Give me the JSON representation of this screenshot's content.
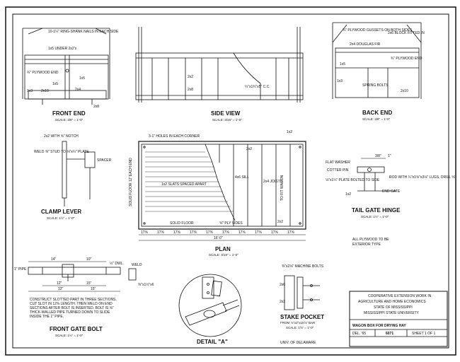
{
  "front_end": {
    "title": "FRONT END",
    "scale": "SCALE: 3/8\" = 1'-0\"",
    "labels": [
      "10-1¼\" RING-SHANK NAILS IN EACH SIDE",
      "1x5 UNDER 2x2's",
      "¾\" PLYWOOD END",
      "1x5",
      "1x3",
      "2x10",
      "1x5",
      "2x4",
      "2x8"
    ]
  },
  "side_view": {
    "title": "SIDE VIEW",
    "scale": "SCALE: 3/16\" = 1'-0\"",
    "labels": [
      "2x2",
      "2x8",
      "¼\"x1¾\"x5\" C.C."
    ]
  },
  "back_end": {
    "title": "BACK END",
    "scale": "SCALE: 3/8\" = 1'-0\"",
    "labels": [
      "¾\" PLYWOOD GUSSETS ON BOTH SIDES",
      "2x6 BLOCK FITTED IN",
      "2x4 DOUGLAS FIR",
      "¾\" PLYWOOD END",
      "1x5",
      "SPRING BOLTS",
      "1x3",
      "2x10"
    ]
  },
  "clamp_lever": {
    "title": "CLAMP LEVER",
    "scale": "SCALE: 1½\" = 1'-0\"",
    "labels": [
      "2x2 WITH ⅝\" NOTCH",
      "WELD ⅜\" STUD TO ⅛\"x¼\" PLATE",
      "SPACER"
    ]
  },
  "plan": {
    "title": "PLAN",
    "scale": "SCALE: 3/16\" = 1'-0\"",
    "labels": [
      "3-1\" HOLES IN EACH CORNER",
      "SOLID FLOOR 12' EACH END",
      "1x2 SLATS SPACED APART",
      "SOLID FLOOR",
      "4x6 SILL",
      "2x4 JOISTS",
      "2x2",
      "1x2",
      "⅝\" PLY SIDES",
      "TO FIT WAGON",
      "2x2"
    ],
    "dims": [
      "17⅝",
      "17⅝",
      "17⅝",
      "17⅝",
      "17⅝",
      "17⅝",
      "17⅝",
      "17⅝",
      "17⅝",
      "17⅝"
    ],
    "overall": "16'-0\""
  },
  "tail_gate_hinge": {
    "title": "TAIL GATE HINGE",
    "scale": "SCALE: 1½\" = 1'-0\"",
    "labels": [
      "FLAT WASHER",
      "COTTER PIN",
      "⅛\"x1¼\" PLATE BOLTED TO SIDE",
      "ROD WITH ¼\"x1⅝\"x3⅛\" LUGS, DRILL ⅝\"",
      "END GATE",
      "1x2"
    ],
    "dims": [
      "3/8\"",
      "1\""
    ]
  },
  "note": {
    "lines": [
      "ALL PLYWOOD TO BE",
      "EXTERIOR TYPE"
    ]
  },
  "front_gate_bolt": {
    "title": "FRONT GATE BOLT",
    "scale": "SCALE: 1½\" = 1'-0\"",
    "labels": [
      "1\" PIPE",
      "½\" DWL.",
      "WELD",
      "⅜\"x1½\"x6"
    ],
    "dims": [
      "14\"",
      "10\"",
      "12\"",
      "15\"",
      "12\"",
      "15\""
    ],
    "note_lines": [
      "CONSTRUCT SLOTTED PART IN THREE SECTIONS.",
      "CUT SLOT IN 12⅜ LENGTH. THEN WELD ON END",
      "SECTIONS AFTER BOLT IS INSERTED. BOLT IS ⅝\"",
      "THICK-WALLED PIPE TURNED DOWN TO SLIDE",
      "INSIDE THE 1\" PIPE."
    ]
  },
  "detail_a": {
    "title": "DETAIL \"A\""
  },
  "stake_pocket": {
    "title": "STAKE POCKET",
    "subtitle": "FROM ⅛\"x2\"x16⅞\" BAR",
    "scale": "SCALE: 1⅝\" = 1'-0\"",
    "labels": [
      "⅜\"x2⅛\" MACHINE BOLTS",
      "2x6",
      "2x2"
    ]
  },
  "footer": {
    "university": "UNIV. OF DELAWARE"
  },
  "title_block": {
    "org_line1": "COOPERATIVE EXTENSION WORK IN",
    "org_line2": "AGRICULTURE AND HOME ECONOMICS",
    "org_line3": "STATE OF MISSISSIPPI",
    "org_line4": "MISSISSIPPI STATE UNIVERSITY",
    "drawing_title": "WAGON BOX FOR DRYING HAY",
    "del": "DEL. '65",
    "number": "6071",
    "sheet": "SHEET 1 OF 1"
  }
}
